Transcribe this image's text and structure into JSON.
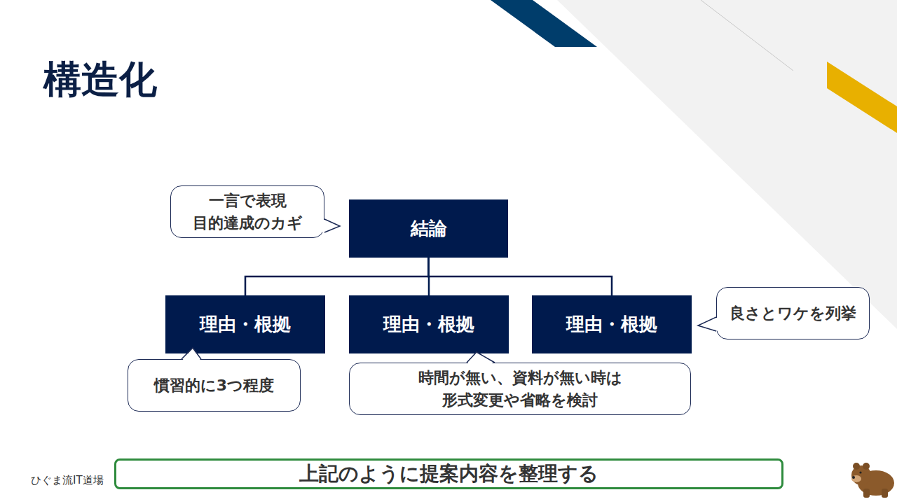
{
  "diagram": {
    "title": "構造化",
    "nodes": [
      {
        "text": [
          "一言で表現 目的達成のカギ"
        ]
      },
      {
        "text": [
          "結論"
        ]
      },
      {
        "text": [
          "理由・根拠"
        ]
      },
      {
        "text": [
          "理由・根拠"
        ]
      },
      {
        "text": [
          "理由・根拠"
        ]
      },
      {
        "text": [
          "良さとワケを列挙"
        ]
      },
      {
        "text": [
          "慣習的に3つ程度"
        ]
      },
      {
        "text": [
          "時間が無い、資料が無い時は 形式変更や省略を検討"
        ]
      },
      {
        "text": [
          "上記のように提案内容を整理する"
        ]
      }
    ],
    "edges": [
      {
        "from": 1,
        "to": 2,
        "arrow": "none"
      },
      {
        "from": 1,
        "to": 3,
        "arrow": "none"
      },
      {
        "from": 1,
        "to": 4,
        "arrow": "none"
      }
    ],
    "labels": [
      "ひぐま流IT道場"
    ]
  }
}
